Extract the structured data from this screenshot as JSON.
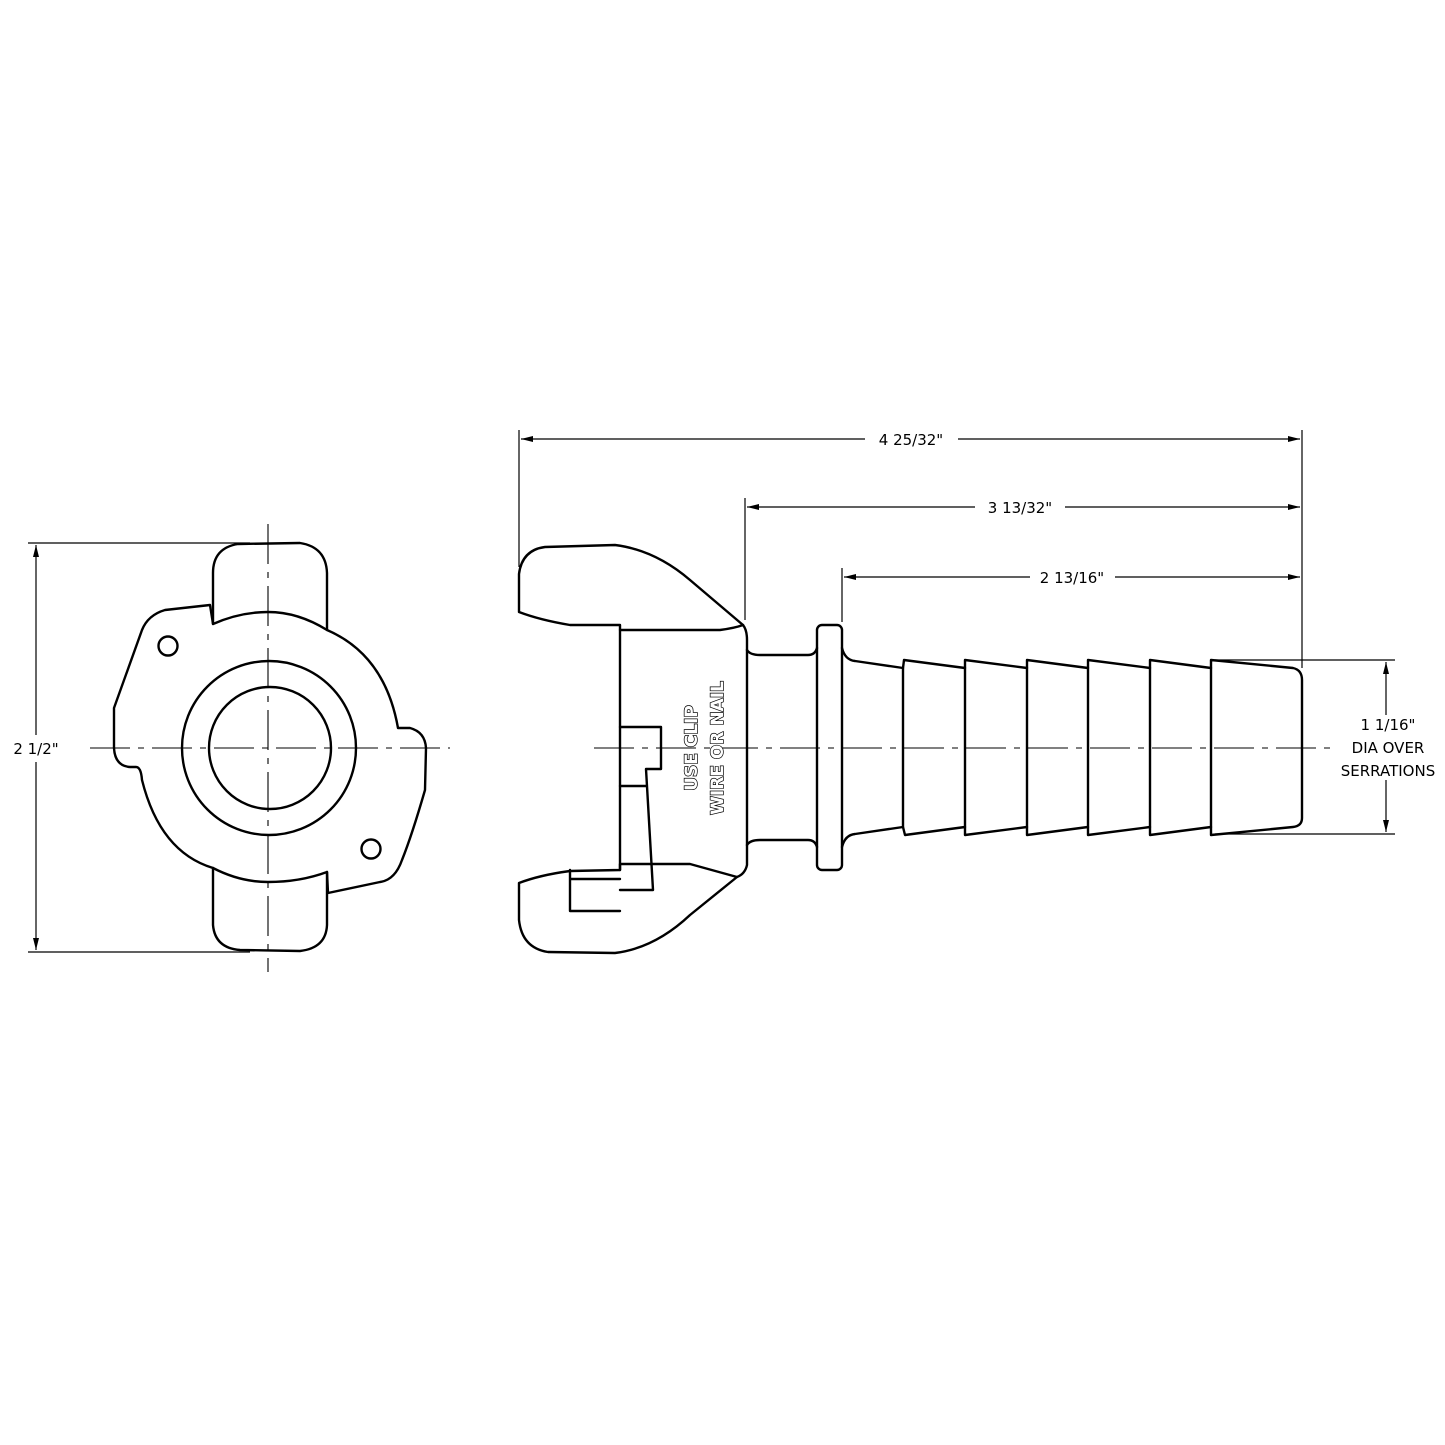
{
  "drawing": {
    "title": "Universal air hose coupling with barbed hose stem - front and side views",
    "colors": {
      "line": "#000000",
      "background": "#ffffff"
    },
    "front_view": {
      "dimensions": {
        "overall_height": "2 1/2\""
      }
    },
    "side_view": {
      "dimensions": {
        "overall_length": "4 25/32\"",
        "length_from_body": "3 13/32\"",
        "stem_length": "2 13/16\"",
        "serration_dia_line1": "1 1/16\"",
        "serration_dia_line2": "DIA OVER",
        "serration_dia_line3": "SERRATIONS"
      },
      "marking": {
        "line1": "USE CLIP",
        "line2": "WIRE OR NAIL"
      },
      "serration_count": 6
    }
  }
}
